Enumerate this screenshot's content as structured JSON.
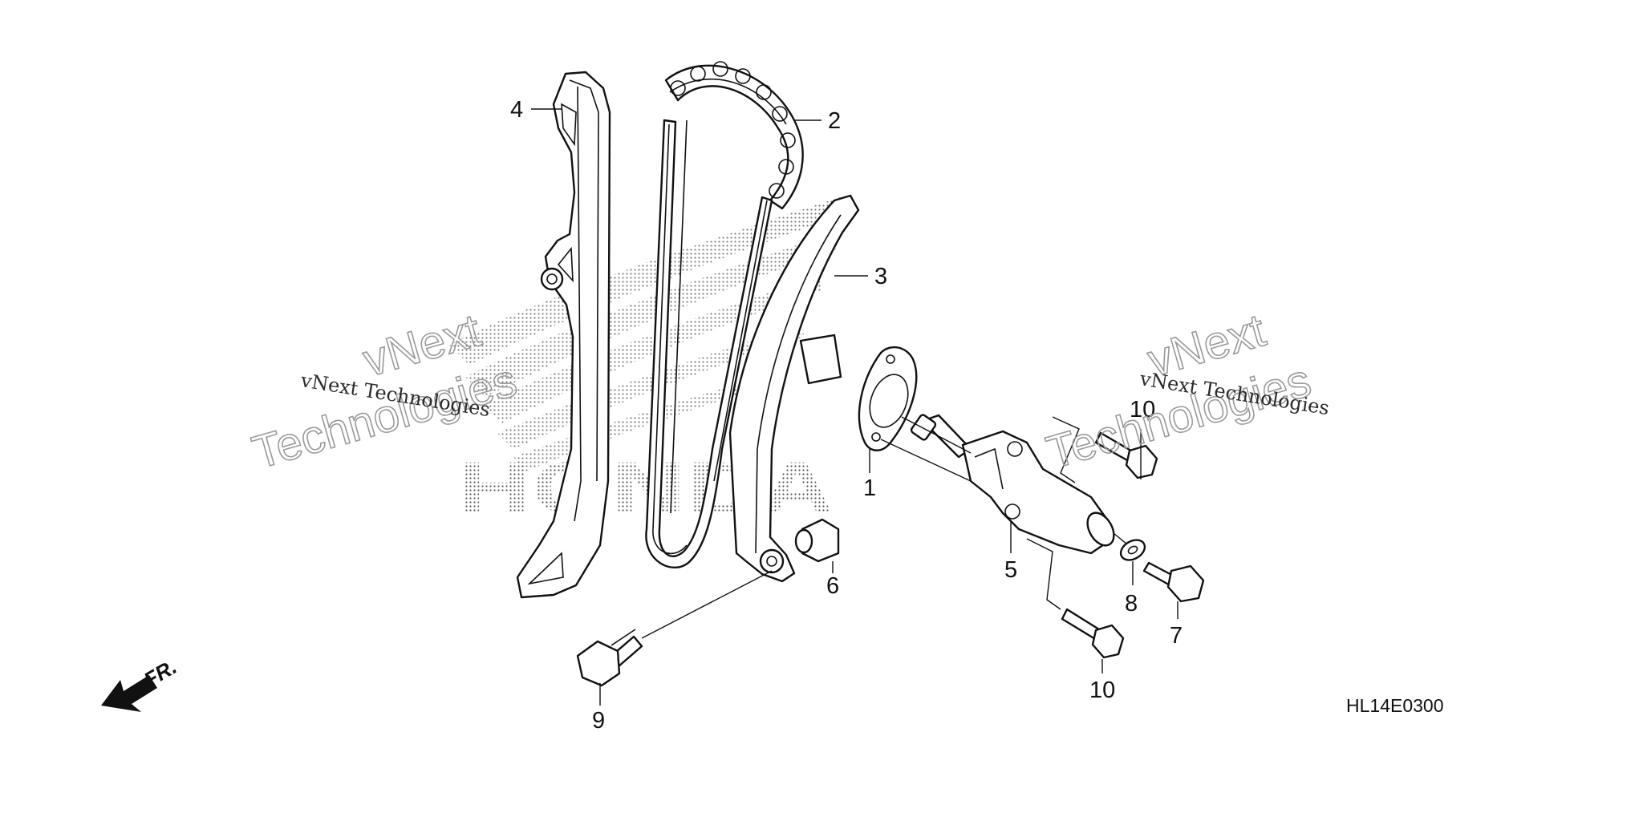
{
  "callouts": {
    "c1": "1",
    "c2": "2",
    "c3": "3",
    "c4": "4",
    "c5": "5",
    "c6": "6",
    "c7": "7",
    "c8": "8",
    "c9": "9",
    "c10a": "10",
    "c10b": "10"
  },
  "diagram_code": "HL14E0300",
  "front_marker": "FR.",
  "watermarks": {
    "left_small": "vNext Technologies",
    "left_big_line1": "vNext",
    "left_big_line2": "Technologies",
    "right_small": "vNext Technologies",
    "right_big_line1": "vNext",
    "right_big_line2": "Technologies"
  },
  "background_logo": "HONDA"
}
